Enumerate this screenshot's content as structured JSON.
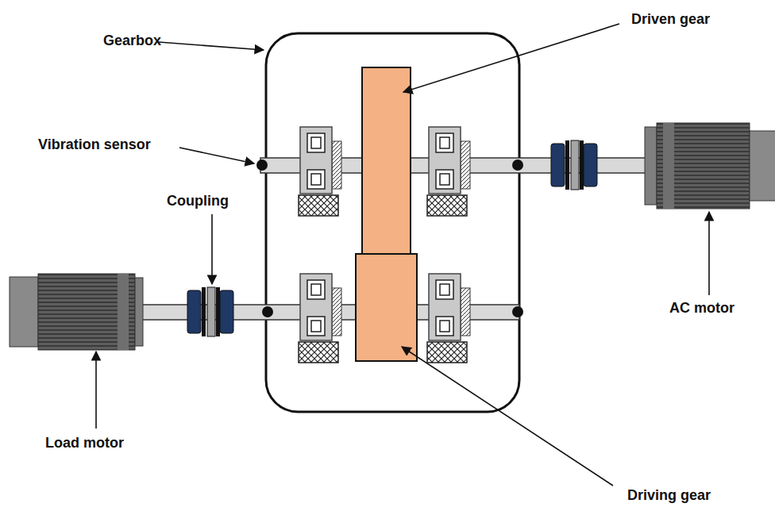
{
  "diagram": {
    "labels": [
      "Driven gear",
      "Gearbox",
      "Vibration sensor",
      "Coupling",
      "AC motor",
      "Load motor",
      "Driving gear"
    ]
  }
}
